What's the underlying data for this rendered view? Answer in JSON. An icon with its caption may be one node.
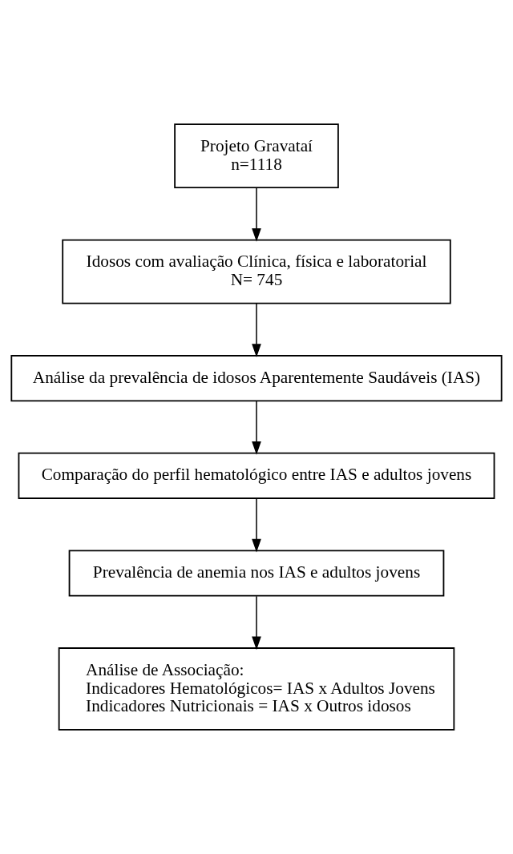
{
  "diagram": {
    "nodes": [
      {
        "text": [
          "Projeto Gravataí",
          "n=1118"
        ]
      },
      {
        "text": [
          "Idosos com avaliação Clínica, física e laboratorial",
          "N= 745"
        ]
      },
      {
        "text": [
          "Análise da prevalência de idosos Aparentemente Saudáveis (IAS)"
        ]
      },
      {
        "text": [
          "Comparação do perfil hematológico entre IAS e adultos jovens"
        ]
      },
      {
        "text": [
          "Prevalência de anemia nos IAS e adultos jovens"
        ]
      },
      {
        "text": [
          "Análise de Associação:",
          "Indicadores Hematológicos= IAS x Adultos Jovens",
          "Indicadores Nutricionais = IAS x Outros idosos"
        ]
      }
    ],
    "edges": [
      {
        "from": 0,
        "to": 1,
        "arrow": "to"
      },
      {
        "from": 1,
        "to": 2,
        "arrow": "to"
      },
      {
        "from": 2,
        "to": 3,
        "arrow": "to"
      },
      {
        "from": 3,
        "to": 4,
        "arrow": "to"
      },
      {
        "from": 4,
        "to": 5,
        "arrow": "to"
      }
    ]
  }
}
